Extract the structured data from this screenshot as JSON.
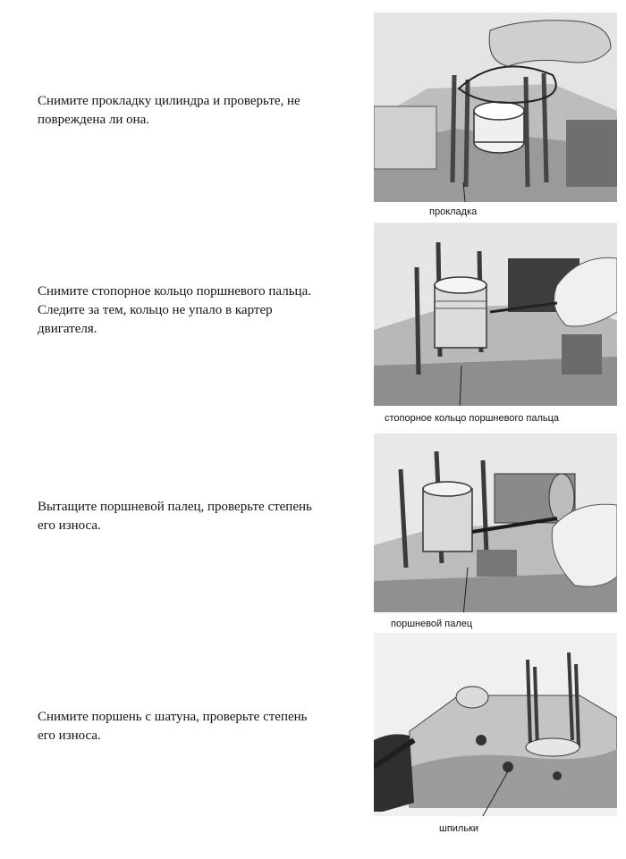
{
  "steps": [
    {
      "lines": [
        "Снимите прокладку цилиндра и проверьте, не",
        "повреждена ли она."
      ],
      "caption": "прокладка"
    },
    {
      "lines": [
        "Снимите стопорное кольцо поршневого пальца.",
        "Следите за тем, кольцо не упало в картер",
        "двигателя."
      ],
      "caption": "стопорное кольцо поршневого пальца"
    },
    {
      "lines": [
        "Вытащите поршневой палец, проверьте степень",
        "его износа."
      ],
      "caption": "поршневой палец"
    },
    {
      "lines": [
        "Снимите поршень с шатуна, проверьте степень",
        "его износа."
      ],
      "caption": "шпильки"
    }
  ]
}
